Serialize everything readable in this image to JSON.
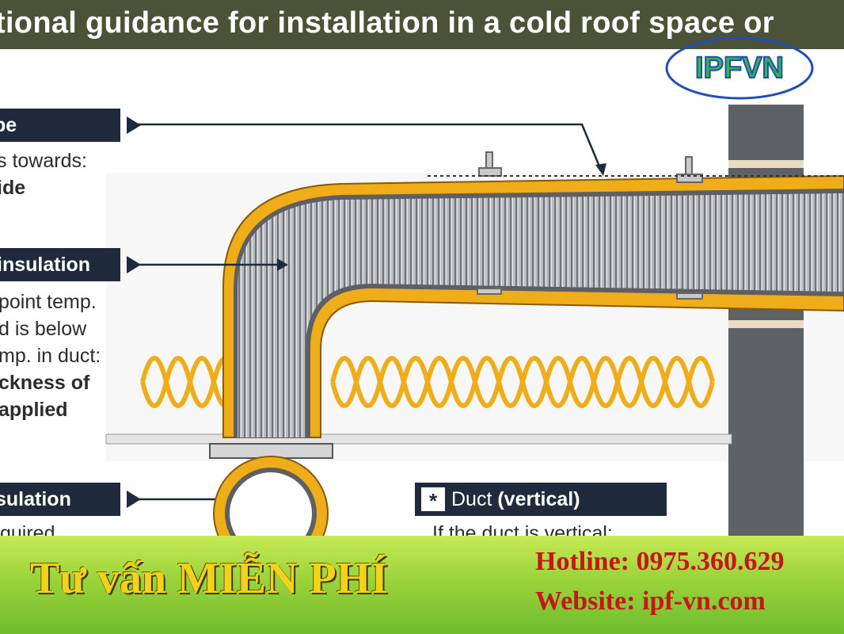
{
  "header": {
    "title": "tional guidance for installation in a cold roof space or"
  },
  "logo": {
    "text": "IPFVN"
  },
  "labels": {
    "box1": "pe",
    "box1_text_line1": "s towards:",
    "box1_text_line2": "ide",
    "box2": "insulation",
    "box2_text_line1": "point temp.",
    "box2_text_line2": "d is below",
    "box2_text_line3": "mp. in duct:",
    "box2_text_line4": "ckness of",
    "box2_text_line5": " applied",
    "box3": "sulation",
    "box3_text_line1": "quired",
    "box4_star": "*",
    "box4_prefix": "Duct",
    "box4_bold": "(vertical)",
    "box4_text_line1": "If the duct is vertical:"
  },
  "banner": {
    "slogan": "Tư vấn MIỄN PHÍ",
    "hotline": "Hotline: 0975.360.629",
    "website": "Website: ipf-vn.com"
  },
  "colors": {
    "title_bar": "#4c5238",
    "label_box": "#1f2a3c",
    "insulation_yellow": "#f0ad1a",
    "duct_grey": "#9a9ea3",
    "banner_green": "#9bd33a",
    "banner_text_red": "#c8151b",
    "slogan_gold": "#f2d21a",
    "logo_blue": "#1c4fb8",
    "logo_green": "#3fb34a"
  }
}
